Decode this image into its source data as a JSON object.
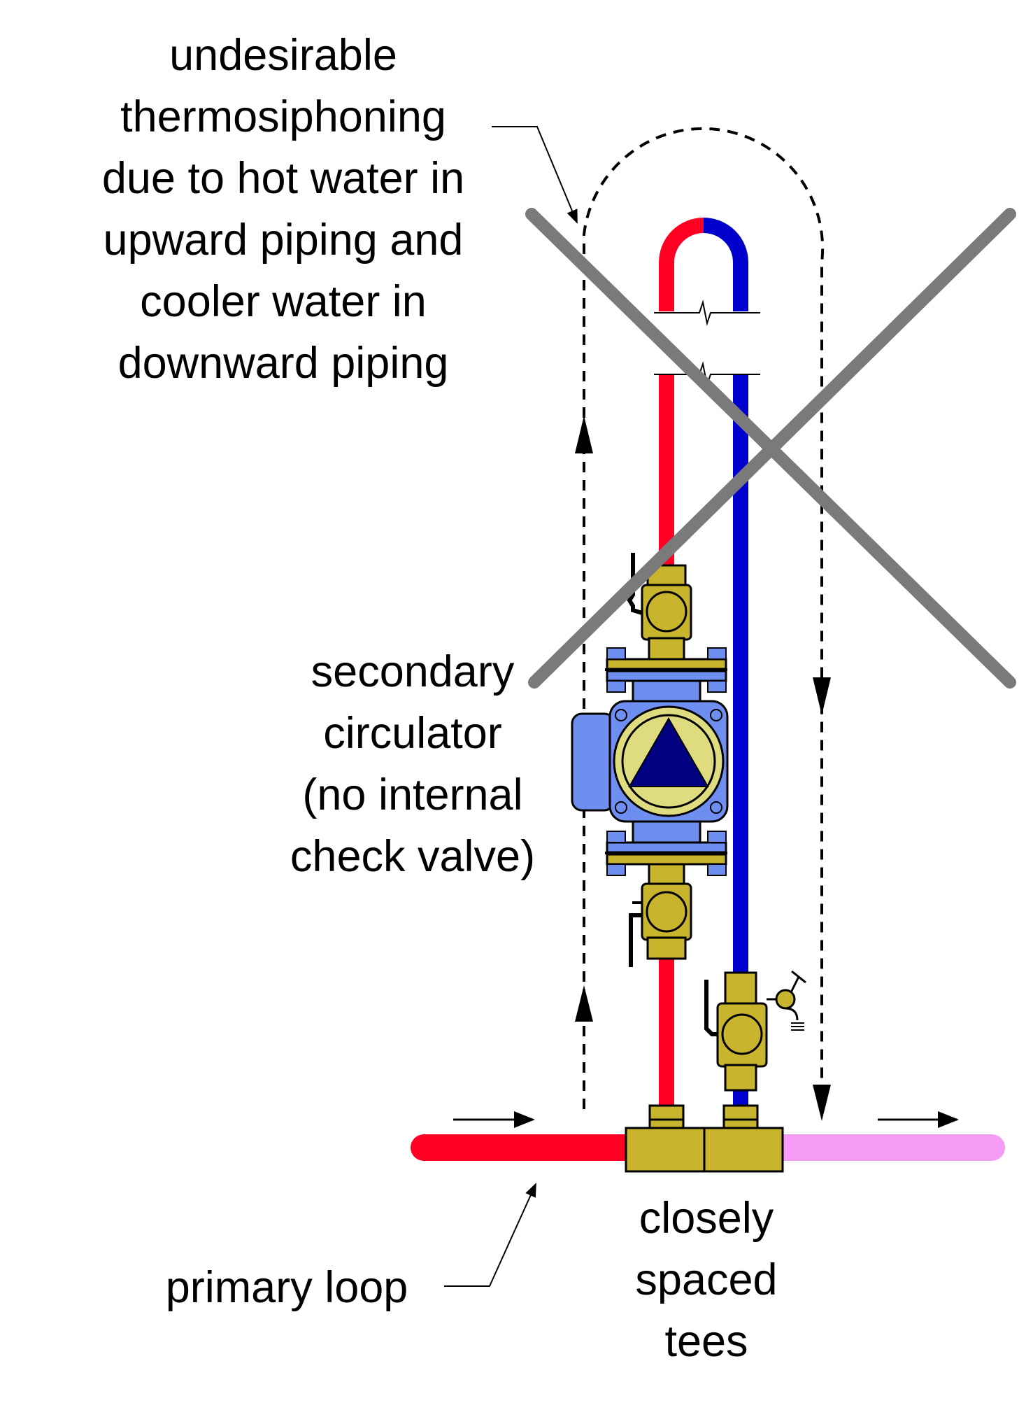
{
  "labels": {
    "thermosiphon": [
      "undesirable",
      "thermosiphoning",
      "due to hot water in",
      "upward piping and",
      "cooler water in",
      "downward piping"
    ],
    "circulator": [
      "secondary",
      "circulator",
      "(no internal",
      "check valve)"
    ],
    "primary_loop": "primary loop",
    "tees": [
      "closely",
      "spaced",
      "tees"
    ]
  },
  "colors": {
    "hot_pipe": "#ff0022",
    "cold_pipe": "#0000cc",
    "mixed_pipe": "#f59af5",
    "brass": "#c9b42e",
    "pump_body": "#6f8ff0",
    "pump_face": "#dfdc80",
    "pump_triangle": "#000080",
    "cross_mark": "#7a7a7a"
  },
  "icons": [
    "circulator-pump-icon",
    "ball-valve-icon",
    "purge-valve-icon",
    "cross-out-mark-icon",
    "flow-arrow-icon"
  ]
}
